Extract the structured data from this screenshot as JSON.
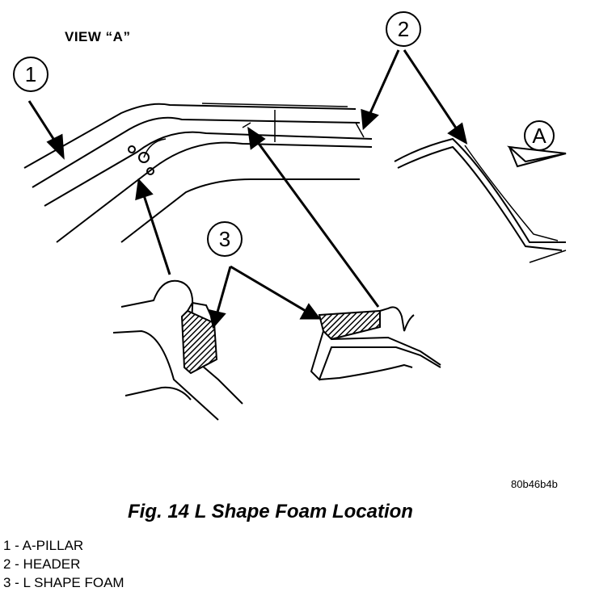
{
  "figure": {
    "view_label": "VIEW “A”",
    "callouts": [
      "1",
      "2",
      "3"
    ],
    "view_marker": "A",
    "code": "80b46b4b",
    "caption": "Fig. 14 L Shape Foam Location"
  },
  "legend": [
    {
      "text": "1 - A-PILLAR"
    },
    {
      "text": "2 - HEADER"
    },
    {
      "text": "3 - L SHAPE FOAM"
    }
  ]
}
